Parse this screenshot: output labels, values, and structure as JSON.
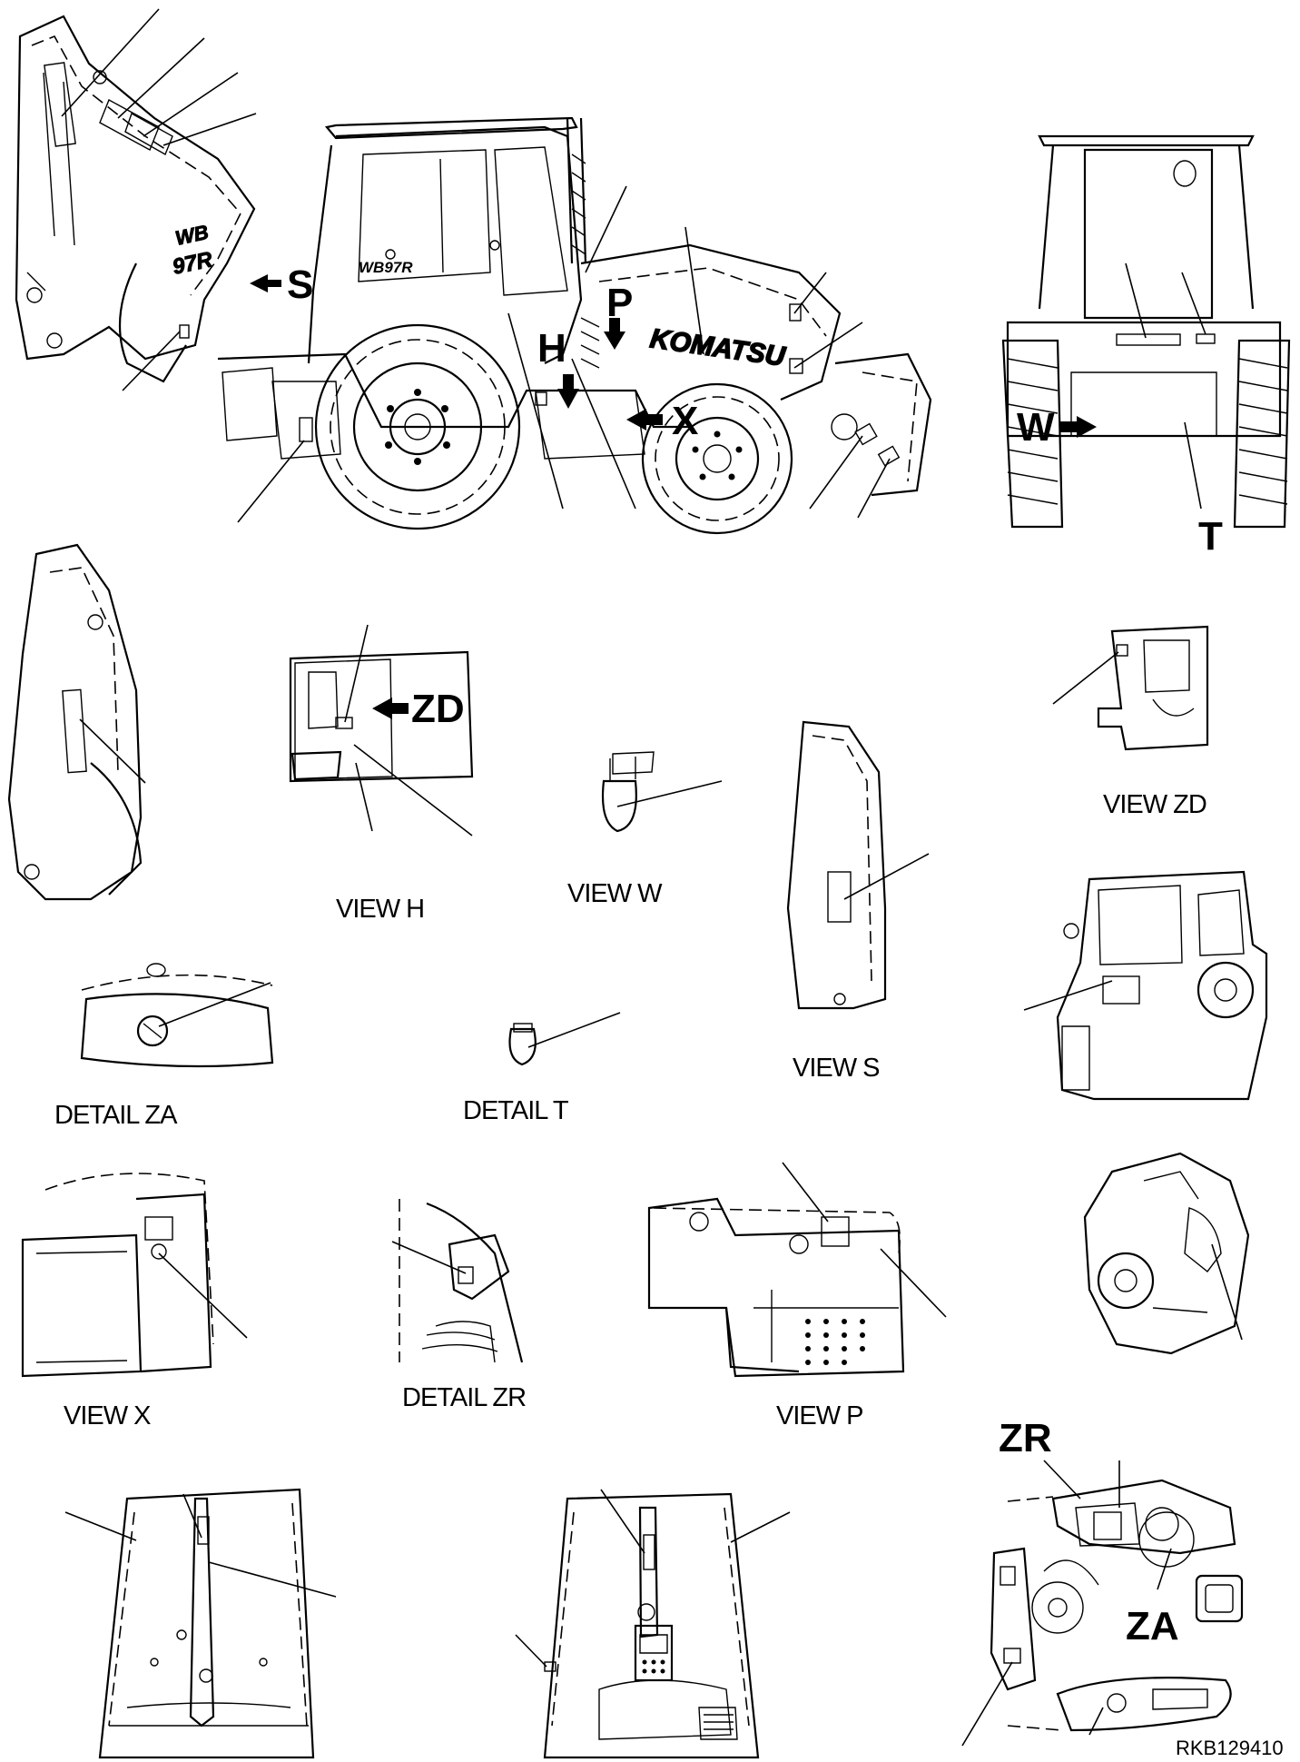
{
  "arrows": {
    "s": "S",
    "p": "P",
    "h": "H",
    "x": "X",
    "w": "W",
    "t": "T",
    "zd": "ZD"
  },
  "callouts": {
    "zr": "ZR",
    "za": "ZA"
  },
  "branding": {
    "logo": "KOMATSU",
    "model": "WB97R"
  },
  "captions": {
    "view_zd": "VIEW ZD",
    "view_h": "VIEW H",
    "view_w": "VIEW W",
    "view_s": "VIEW S",
    "detail_za": "DETAIL ZA",
    "detail_t": "DETAIL T",
    "view_x": "VIEW X",
    "detail_zr": "DETAIL ZR",
    "view_p": "VIEW P"
  },
  "drawing_code": "RKB129410"
}
